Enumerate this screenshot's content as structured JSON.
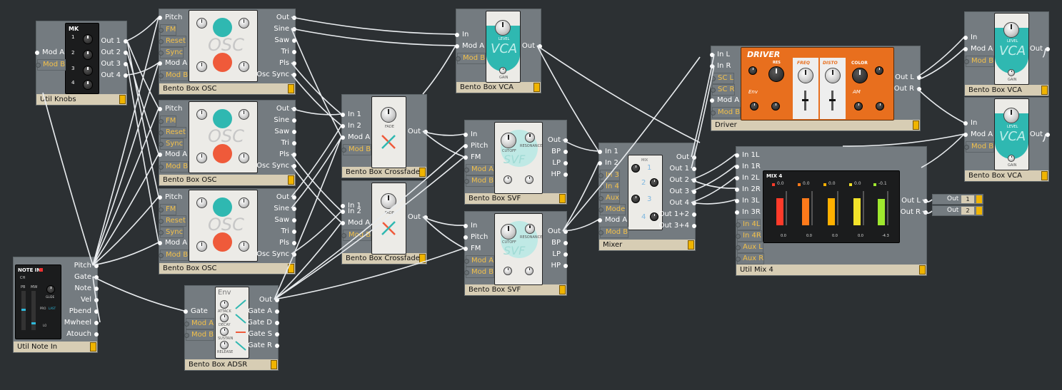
{
  "modules": [
    {
      "id": "util-knobs",
      "title": "Util Knobs",
      "inputs": [
        {
          "label": "Mod A",
          "mod": false
        },
        {
          "label": "Mod B",
          "mod": true
        }
      ],
      "outputs": [
        "Out 1",
        "Out 2",
        "Out 3",
        "Out 4"
      ],
      "panel": {
        "brand": "MK",
        "rows": [
          "1",
          "2",
          "3",
          "4"
        ]
      }
    },
    {
      "id": "osc1",
      "title": "Bento Box OSC",
      "inputs": [
        {
          "label": "Pitch",
          "mod": false
        },
        {
          "label": "FM",
          "mod": true
        },
        {
          "label": "Reset",
          "mod": true
        },
        {
          "label": "Sync",
          "mod": true
        },
        {
          "label": "Mod A",
          "mod": false
        },
        {
          "label": "Mod B",
          "mod": true
        }
      ],
      "outputs": [
        "Out",
        "Sine",
        "Saw",
        "Tri",
        "Pls",
        "Osc Sync"
      ],
      "panel": {
        "watermark": "OSC"
      }
    },
    {
      "id": "osc2",
      "title": "Bento Box OSC",
      "inputs": [
        {
          "label": "Pitch",
          "mod": false
        },
        {
          "label": "FM",
          "mod": true
        },
        {
          "label": "Reset",
          "mod": true
        },
        {
          "label": "Sync",
          "mod": true
        },
        {
          "label": "Mod A",
          "mod": false
        },
        {
          "label": "Mod B",
          "mod": true
        }
      ],
      "outputs": [
        "Out",
        "Sine",
        "Saw",
        "Tri",
        "Pls",
        "Osc Sync"
      ],
      "panel": {
        "watermark": "OSC"
      }
    },
    {
      "id": "osc3",
      "title": "Bento Box OSC",
      "inputs": [
        {
          "label": "Pitch",
          "mod": false
        },
        {
          "label": "FM",
          "mod": true
        },
        {
          "label": "Reset",
          "mod": true
        },
        {
          "label": "Sync",
          "mod": true
        },
        {
          "label": "Mod A",
          "mod": false
        },
        {
          "label": "Mod B",
          "mod": true
        }
      ],
      "outputs": [
        "Out",
        "Sine",
        "Saw",
        "Tri",
        "Pls",
        "Osc Sync"
      ],
      "panel": {
        "watermark": "OSC"
      }
    },
    {
      "id": "note-in",
      "title": "Util Note In",
      "inputs": [],
      "outputs": [
        "Pitch",
        "Gate",
        "Note",
        "Vel",
        "Pbend",
        "Mwheel",
        "Atouch"
      ],
      "panel": {
        "brand": "NOTE IN",
        "ch": "CH",
        "pb": "PB",
        "mw": "MW",
        "glide": "GLIDE",
        "pro": "PRO",
        "last": "LAST",
        "lo": "LO"
      }
    },
    {
      "id": "adsr",
      "title": "Bento Box ADSR",
      "inputs": [
        {
          "label": "Gate",
          "mod": false
        },
        {
          "label": "Mod A",
          "mod": true
        },
        {
          "label": "Mod B",
          "mod": true
        }
      ],
      "outputs": [
        "Out",
        "Gate A",
        "Gate D",
        "Gate S",
        "Gate R"
      ],
      "panel": {
        "watermark": "Env",
        "knobs": [
          "ATTACK",
          "DECAY",
          "SUSTAIN",
          "RELEASE"
        ]
      }
    },
    {
      "id": "xfade1",
      "title": "Bento Box Crossfade",
      "inputs": [
        {
          "label": "In 1",
          "mod": false
        },
        {
          "label": "In 2",
          "mod": false
        },
        {
          "label": "Mod A",
          "mod": false
        },
        {
          "label": "Mod B",
          "mod": true
        }
      ],
      "outputs": [
        "Out"
      ],
      "panel": {
        "knob": "FADE"
      }
    },
    {
      "id": "xfade2",
      "title": "Bento Box Crossfade",
      "inputs": [
        {
          "label": "In 1",
          "mod": false
        },
        {
          "label": "In 2",
          "mod": false
        },
        {
          "label": "Mod A",
          "mod": false
        },
        {
          "label": "Mod B",
          "mod": true
        }
      ],
      "outputs": [
        "Out"
      ],
      "panel": {
        "knob": "FADE"
      }
    },
    {
      "id": "vca1",
      "title": "Bento Box VCA",
      "inputs": [
        {
          "label": "In",
          "mod": false
        },
        {
          "label": "Mod A",
          "mod": false
        },
        {
          "label": "Mod B",
          "mod": true
        }
      ],
      "outputs": [
        "Out"
      ],
      "panel": {
        "watermark": "VCA",
        "knob": "LEVEL",
        "knob2": "GAIN"
      }
    },
    {
      "id": "svf1",
      "title": "Bento Box SVF",
      "inputs": [
        {
          "label": "In",
          "mod": false
        },
        {
          "label": "Pitch",
          "mod": false
        },
        {
          "label": "FM",
          "mod": false
        },
        {
          "label": "Mod A",
          "mod": true
        },
        {
          "label": "Mod B",
          "mod": true
        }
      ],
      "outputs": [
        "Out",
        "BP",
        "LP",
        "HP"
      ],
      "panel": {
        "watermark": "SVF",
        "knobs": [
          "CUTOFF",
          "RESONANCE"
        ]
      }
    },
    {
      "id": "svf2",
      "title": "Bento Box SVF",
      "inputs": [
        {
          "label": "In",
          "mod": false
        },
        {
          "label": "Pitch",
          "mod": false
        },
        {
          "label": "FM",
          "mod": false
        },
        {
          "label": "Mod A",
          "mod": true
        },
        {
          "label": "Mod B",
          "mod": true
        }
      ],
      "outputs": [
        "Out",
        "BP",
        "LP",
        "HP"
      ],
      "panel": {
        "watermark": "SVF",
        "knobs": [
          "CUTOFF",
          "RESONANCE"
        ]
      }
    },
    {
      "id": "mixer",
      "title": "Mixer",
      "inputs": [
        {
          "label": "In 1",
          "mod": false
        },
        {
          "label": "In 2",
          "mod": false
        },
        {
          "label": "In 3",
          "mod": true
        },
        {
          "label": "In 4",
          "mod": true
        },
        {
          "label": "Aux",
          "mod": true
        },
        {
          "label": "Mode",
          "mod": true
        },
        {
          "label": "Mod A",
          "mod": false
        },
        {
          "label": "Mod B",
          "mod": true
        }
      ],
      "outputs": [
        "Out",
        "Out 1",
        "Out 2",
        "Out 3",
        "Out 4",
        "Out 1+2",
        "Out 3+4"
      ],
      "panel": {
        "mix": "MIX",
        "nums": [
          "1",
          "2",
          "3",
          "4"
        ]
      }
    },
    {
      "id": "driver",
      "title": "Driver",
      "inputs": [
        {
          "label": "In L",
          "mod": false
        },
        {
          "label": "In R",
          "mod": false
        },
        {
          "label": "SC L",
          "mod": true
        },
        {
          "label": "SC R",
          "mod": true
        },
        {
          "label": "Mod A",
          "mod": false
        },
        {
          "label": "Mod B",
          "mod": true
        }
      ],
      "outputs": [
        "Out L",
        "Out R"
      ],
      "panel": {
        "brand": "DRIVER",
        "res": "RES",
        "freq": "FREQ",
        "disto": "DISTO",
        "color": "COLOR",
        "env": "Env",
        "am": "AM"
      }
    },
    {
      "id": "vca2",
      "title": "Bento Box VCA",
      "inputs": [
        {
          "label": "In",
          "mod": false
        },
        {
          "label": "Mod A",
          "mod": false
        },
        {
          "label": "Mod B",
          "mod": true
        }
      ],
      "outputs": [
        "Out"
      ],
      "panel": {
        "watermark": "VCA",
        "knob": "LEVEL",
        "knob2": "GAIN"
      }
    },
    {
      "id": "vca3",
      "title": "Bento Box VCA",
      "inputs": [
        {
          "label": "In",
          "mod": false
        },
        {
          "label": "Mod A",
          "mod": false
        },
        {
          "label": "Mod B",
          "mod": true
        }
      ],
      "outputs": [
        "Out"
      ],
      "panel": {
        "watermark": "VCA",
        "knob": "LEVEL",
        "knob2": "GAIN"
      }
    },
    {
      "id": "mix4",
      "title": "Util Mix 4",
      "inputs": [
        {
          "label": "In 1L",
          "mod": false
        },
        {
          "label": "In 1R",
          "mod": false
        },
        {
          "label": "In 2L",
          "mod": false
        },
        {
          "label": "In 2R",
          "mod": false
        },
        {
          "label": "In 3L",
          "mod": false
        },
        {
          "label": "In 3R",
          "mod": false
        },
        {
          "label": "In 4L",
          "mod": true
        },
        {
          "label": "In 4R",
          "mod": true
        },
        {
          "label": "Aux L",
          "mod": true
        },
        {
          "label": "Aux R",
          "mod": true
        }
      ],
      "outputs": [
        "Out L",
        "Out R"
      ],
      "panel": {
        "brand": "MIX 4",
        "channels": [
          {
            "peak": "0.0",
            "level": 0.8,
            "color": "#ff3b2a"
          },
          {
            "peak": "0.0",
            "level": 0.8,
            "color": "#ff7a1a"
          },
          {
            "peak": "0.0",
            "level": 0.8,
            "color": "#ffb000"
          },
          {
            "peak": "0.0",
            "level": 0.8,
            "color": "#f2e22a"
          },
          {
            "peak": "-0.1",
            "level": 0.78,
            "color": "#9fe82e"
          }
        ],
        "gain": [
          "0.0",
          "0.0",
          "0.0",
          "0.0",
          "-4.3"
        ]
      }
    }
  ],
  "output_device": {
    "rows": [
      {
        "label": "Out",
        "channel": "1"
      },
      {
        "label": "Out",
        "channel": "2"
      }
    ]
  },
  "colors": {
    "background": "#2c3033",
    "module": "#747b80",
    "title_bar": "#d7cdb4",
    "mod_label": "#f2c04a",
    "teal": "#2fb8b1",
    "red": "#ef5a3a",
    "driver_orange": "#e86f1e"
  }
}
